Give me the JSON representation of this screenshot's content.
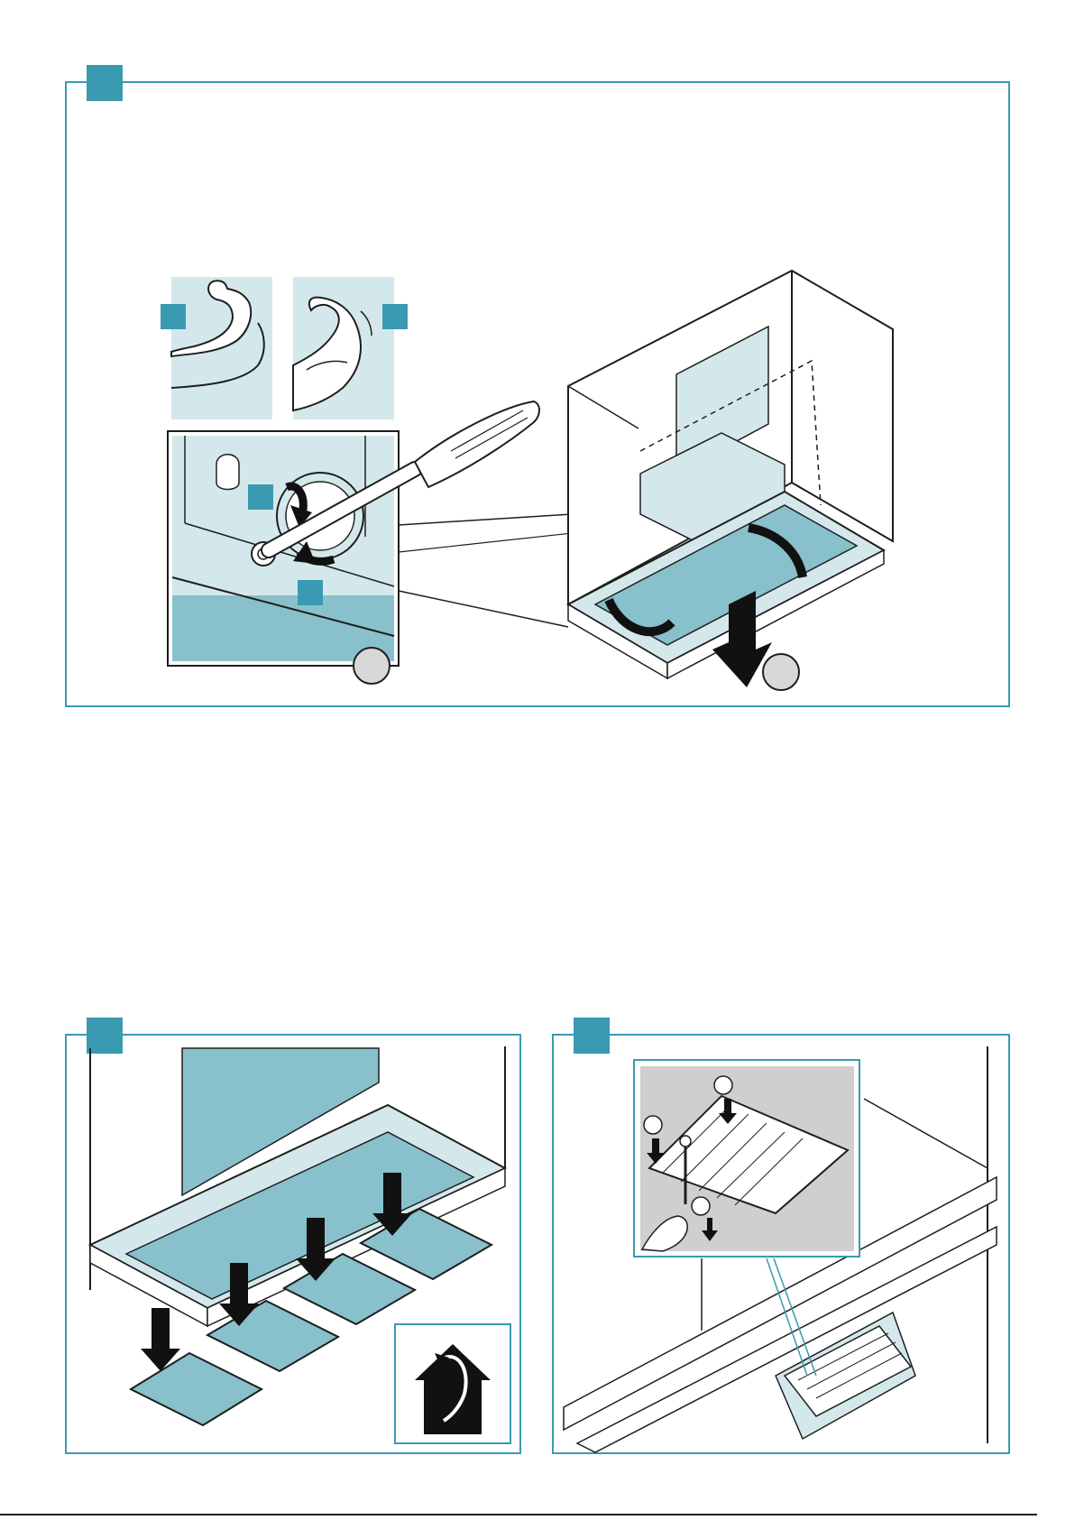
{
  "panels": [
    {
      "id": "top-step",
      "badge_color": "#3a9ab2"
    },
    {
      "id": "bottom-left-step",
      "badge_color": "#3a9ab2"
    },
    {
      "id": "bottom-right-step",
      "badge_color": "#3a9ab2"
    }
  ],
  "colors": {
    "frame": "#3a9ab2",
    "light_fill": "#d4e8ec",
    "mid_fill": "#88c0cc",
    "line": "#1e1e1e",
    "arrow": "#111111"
  },
  "icons": [
    "arm-normal-icon",
    "arm-flexed-icon",
    "screwdriver-icon",
    "rotate-arrow-icon",
    "down-arrow-icon",
    "house-recirculation-icon",
    "hand-icon",
    "screw-icon",
    "grease-filter-icon"
  ]
}
